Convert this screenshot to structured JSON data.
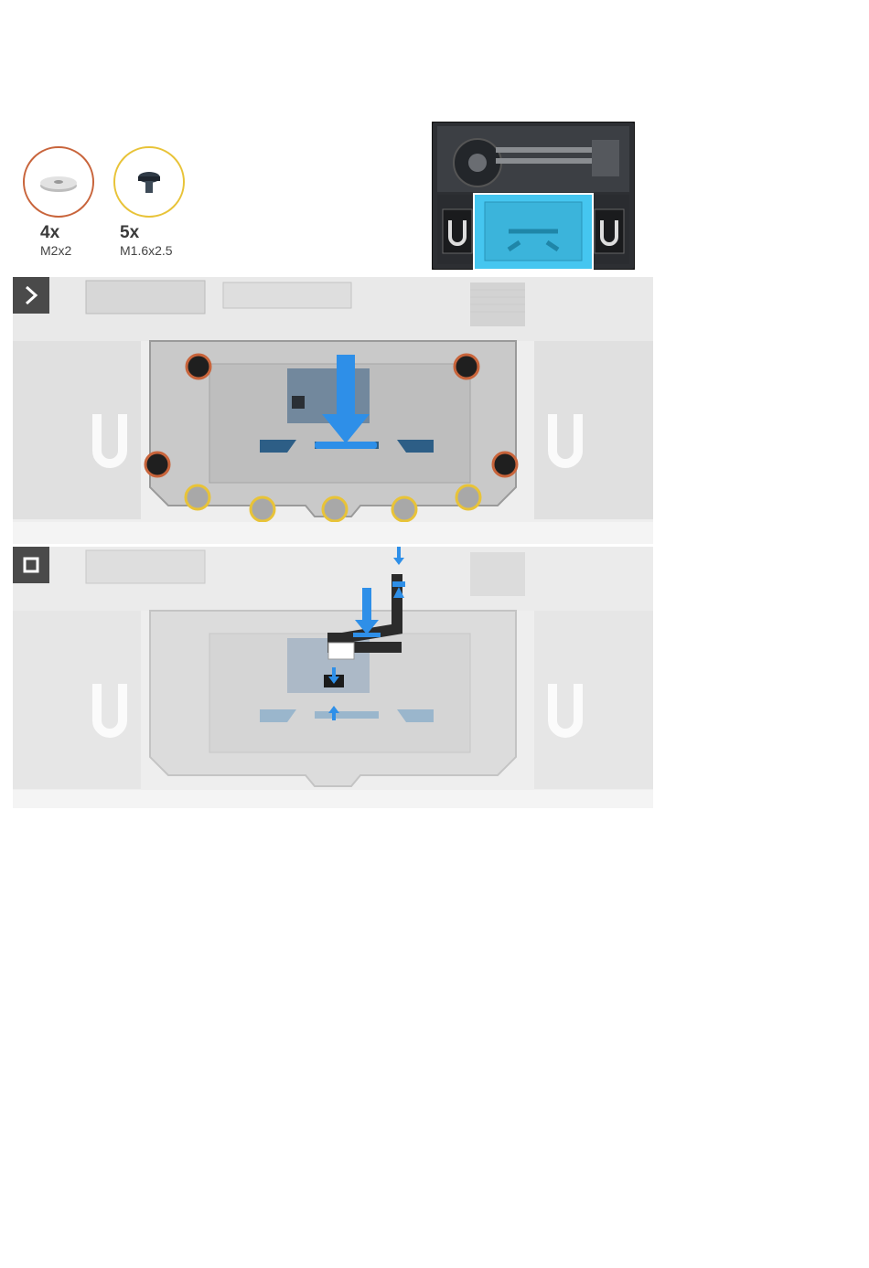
{
  "screws": [
    {
      "quantity": "4x",
      "type": "M2x2",
      "ring_color": "#c8643b"
    },
    {
      "quantity": "5x",
      "type": "M1.6x2.5",
      "ring_color": "#e8c338"
    }
  ],
  "steps": [
    {
      "icon": "chevron-right-icon"
    },
    {
      "icon": "square-stop-icon"
    }
  ],
  "colors": {
    "highlight_blue": "#45c6f0",
    "arrow_blue": "#2e8fe8",
    "bracket_silver": "#c9c9c9",
    "chassis_gray": "#e6e6e6"
  }
}
